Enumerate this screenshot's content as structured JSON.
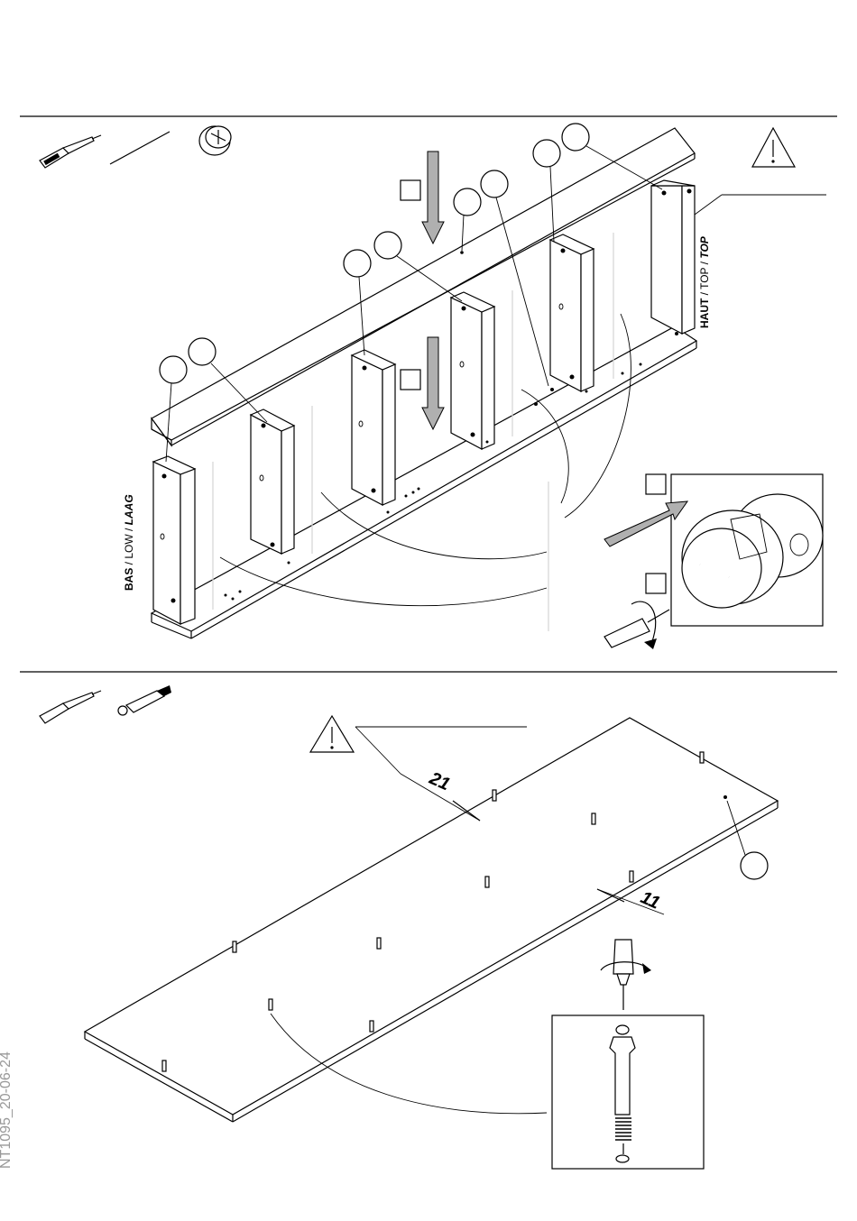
{
  "document": {
    "code": "NT1095_20-06-24"
  },
  "step1": {
    "label_bottom_parts": [
      "BAS",
      " / LOW / ",
      "LAAG"
    ],
    "label_top_parts": [
      "HAUT",
      " / TOP / ",
      "TOP"
    ],
    "tools": [
      "screwdriver-icon",
      "pin-icon",
      "cam-lock-icon"
    ]
  },
  "step2": {
    "dimension_a": "21",
    "dimension_b": "11",
    "tools": [
      "screwdriver-icon",
      "cam-bolt-icon"
    ]
  },
  "colors": {
    "line": "#000000",
    "arrow_fill": "#b0b0b0",
    "code_text": "#999999"
  }
}
